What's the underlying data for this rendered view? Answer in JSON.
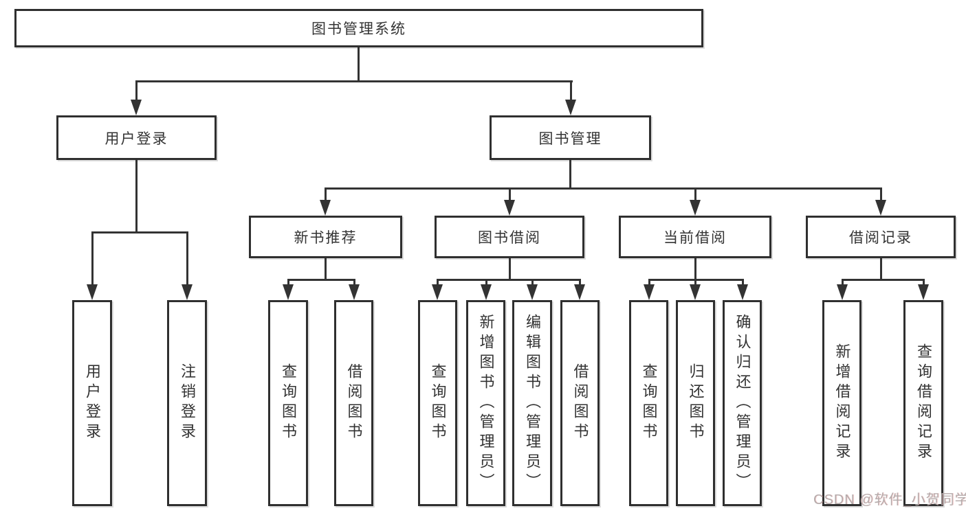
{
  "tree": {
    "root": {
      "label": "图书管理系统"
    },
    "branches": [
      {
        "label": "用户登录",
        "children": [
          {
            "label": "用户登录"
          },
          {
            "label": "注销登录"
          }
        ]
      },
      {
        "label": "图书管理",
        "children": [
          {
            "label": "新书推荐",
            "children": [
              {
                "label": "查询图书"
              },
              {
                "label": "借阅图书"
              }
            ]
          },
          {
            "label": "图书借阅",
            "children": [
              {
                "label": "查询图书"
              },
              {
                "label": "新增图书（管理员）"
              },
              {
                "label": "编辑图书（管理员）"
              },
              {
                "label": "借阅图书"
              }
            ]
          },
          {
            "label": "当前借阅",
            "children": [
              {
                "label": "查询图书"
              },
              {
                "label": "归还图书"
              },
              {
                "label": "确认归还（管理员）"
              }
            ]
          },
          {
            "label": "借阅记录",
            "children": [
              {
                "label": "新增借阅记录"
              },
              {
                "label": "查询借阅记录"
              }
            ]
          }
        ]
      }
    ]
  },
  "watermark": "CSDN @软件_小贺同学",
  "colors": {
    "line": "#333333",
    "box_border": "#2f2f2f",
    "background": "#ffffff",
    "watermark_text": "#b5acac"
  }
}
